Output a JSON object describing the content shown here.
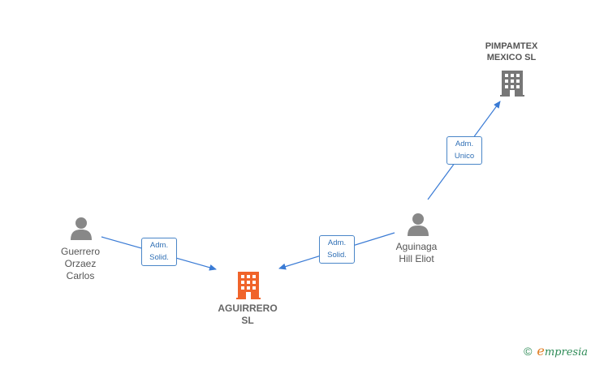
{
  "nodes": {
    "aguirrero": {
      "label": "AGUIRRERO\nSL",
      "color": "#f0642a"
    },
    "pimpamtex": {
      "label": "PIMPAMTEX\nMEXICO  SL",
      "color": "#777777"
    },
    "guerrero": {
      "label": "Guerrero\nOrzaez\nCarlos",
      "color": "#888888"
    },
    "aguinaga": {
      "label": "Aguinaga\nHill Eliot",
      "color": "#888888"
    }
  },
  "edges": {
    "guerrero_to_aguirrero": {
      "label": "Adm.\nSolid."
    },
    "aguinaga_to_aguirrero": {
      "label": "Adm.\nSolid."
    },
    "aguinaga_to_pimpamtex": {
      "label": "Adm.\nUnico"
    }
  },
  "colors": {
    "edge": "#3a7bd5"
  },
  "footer": {
    "symbol": "©",
    "brand_initial": "e",
    "brand_rest": "mpresia"
  }
}
